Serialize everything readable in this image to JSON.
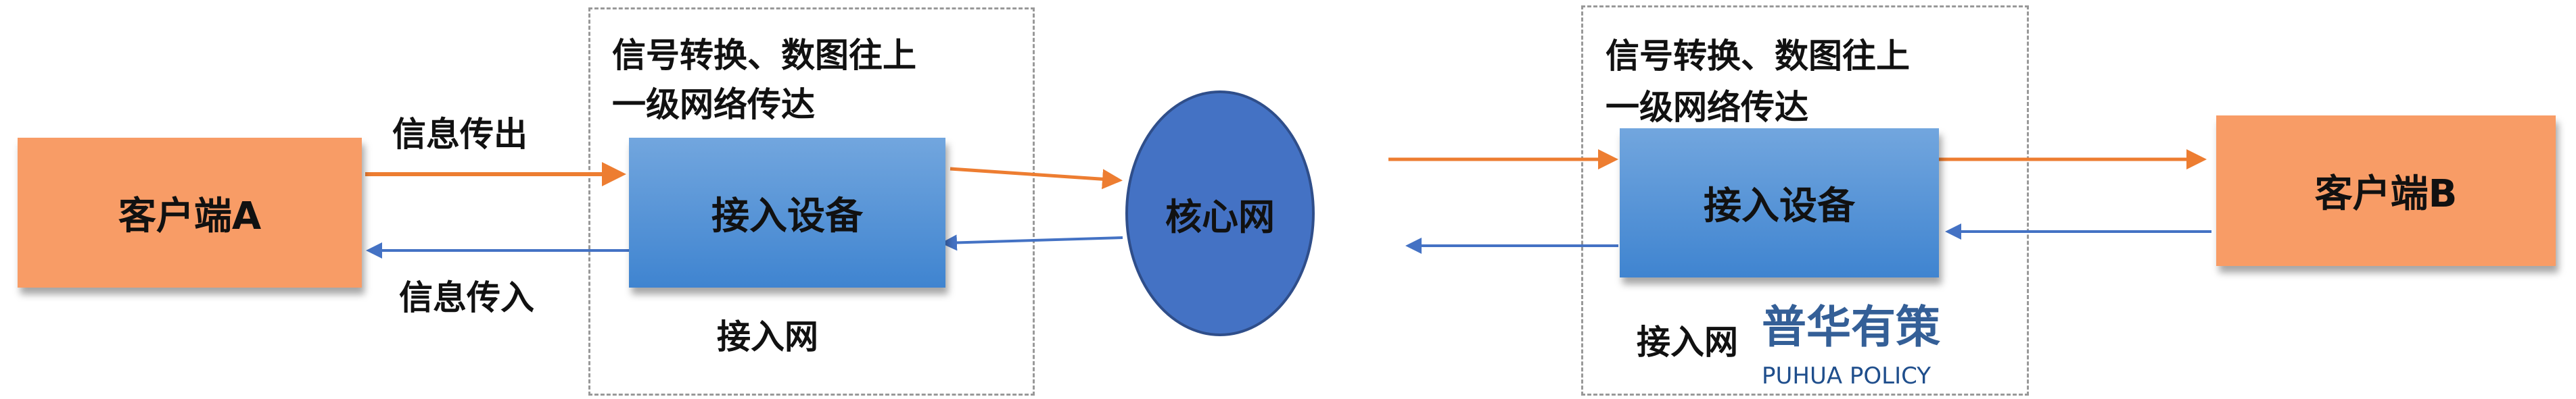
{
  "client_a": {
    "label": "客户端A"
  },
  "client_b": {
    "label": "客户端B"
  },
  "core": {
    "label": "核心网"
  },
  "access_left": {
    "device_label": "接入设备",
    "network_label": "接入网",
    "desc_line1": "信号转换、数图往上",
    "desc_line2": "一级网络传达"
  },
  "access_right": {
    "device_label": "接入设备",
    "network_label": "接入网",
    "desc_line1": "信号转换、数图往上",
    "desc_line2": "一级网络传达"
  },
  "flow": {
    "out_label": "信息传出",
    "in_label": "信息传入"
  },
  "watermark": {
    "cn": "普华有策",
    "en": "PUHUA POLICY"
  },
  "colors": {
    "client": "#F89C66",
    "device": "#4F8FD6",
    "core": "#4472C4",
    "arrow_out": "#ED7D31",
    "arrow_in": "#4472C4"
  }
}
